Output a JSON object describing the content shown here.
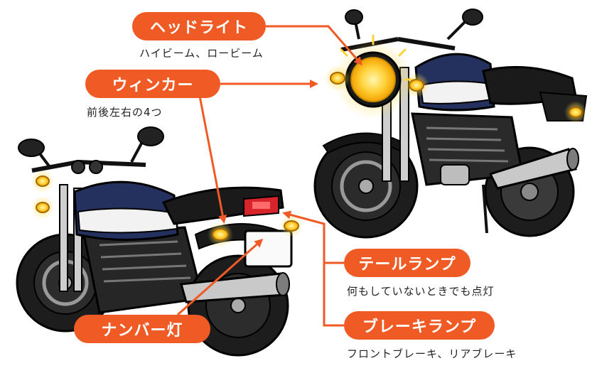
{
  "colors": {
    "accent": "#f05a24",
    "bike_blue": "#24315e",
    "lamp_yellow": "#ffd23a",
    "tail_red": "#d6242a"
  },
  "labels": {
    "headlight": {
      "title": "ヘッドライト",
      "desc": "ハイビーム、ロービーム"
    },
    "winker": {
      "title": "ウィンカー",
      "desc": "前後左右の4つ"
    },
    "tail": {
      "title": "テールランプ",
      "desc": "何もしていないときでも点灯"
    },
    "brake": {
      "title": "ブレーキランプ",
      "desc": "フロントブレーキ、リアブレーキ"
    },
    "number": {
      "title": "ナンバー灯"
    }
  }
}
